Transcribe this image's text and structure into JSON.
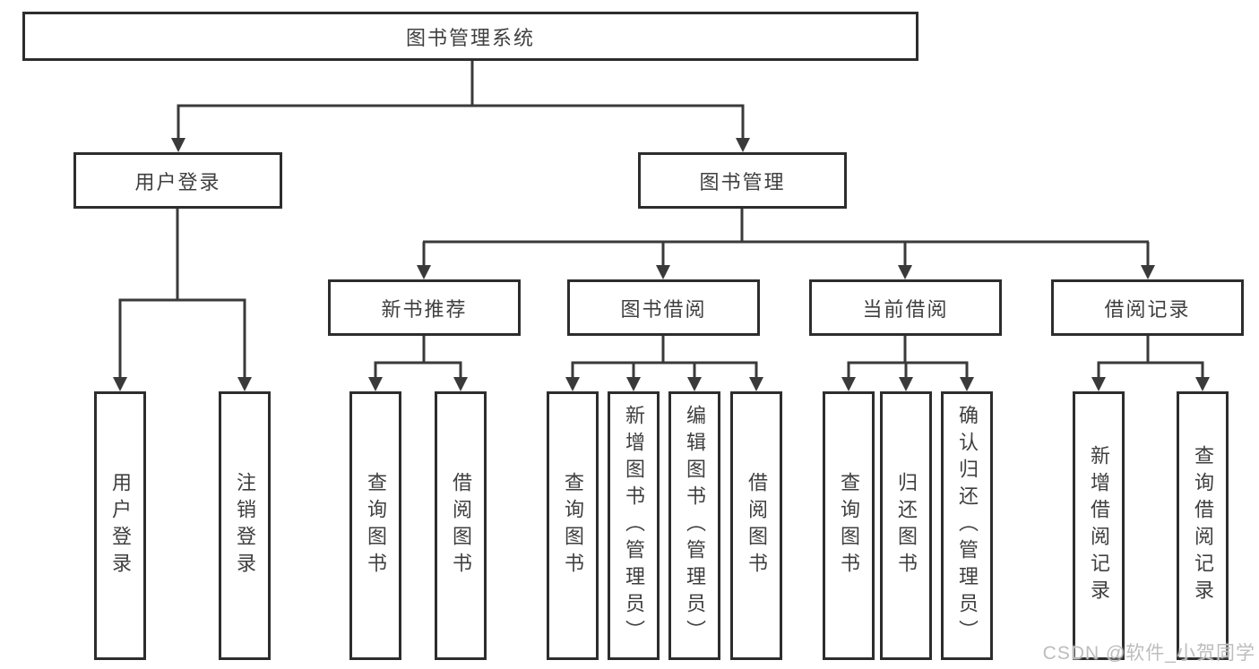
{
  "diagram": {
    "tree": {
      "root": "图书管理系统",
      "children": [
        {
          "label": "用户登录",
          "children": [
            "用户登录",
            "注销登录"
          ]
        },
        {
          "label": "图书管理",
          "children": [
            {
              "label": "新书推荐",
              "children": [
                "查询图书",
                "借阅图书"
              ]
            },
            {
              "label": "图书借阅",
              "children": [
                "查询图书",
                "新增图书（管理员）",
                "编辑图书（管理员）",
                "借阅图书"
              ]
            },
            {
              "label": "当前借阅",
              "children": [
                "查询图书",
                "归还图书",
                "确认归还（管理员）"
              ]
            },
            {
              "label": "借阅记录",
              "children": [
                "新增借阅记录",
                "查询借阅记录"
              ]
            }
          ]
        }
      ]
    },
    "watermark": "CSDN @软件_小贺同学",
    "colors": {
      "background": "#ffffff",
      "box_border": "#2d2d2d",
      "connector_line": "#3a3a3a",
      "text": "#3f3f3f",
      "watermark": "#bdbdbd"
    }
  }
}
